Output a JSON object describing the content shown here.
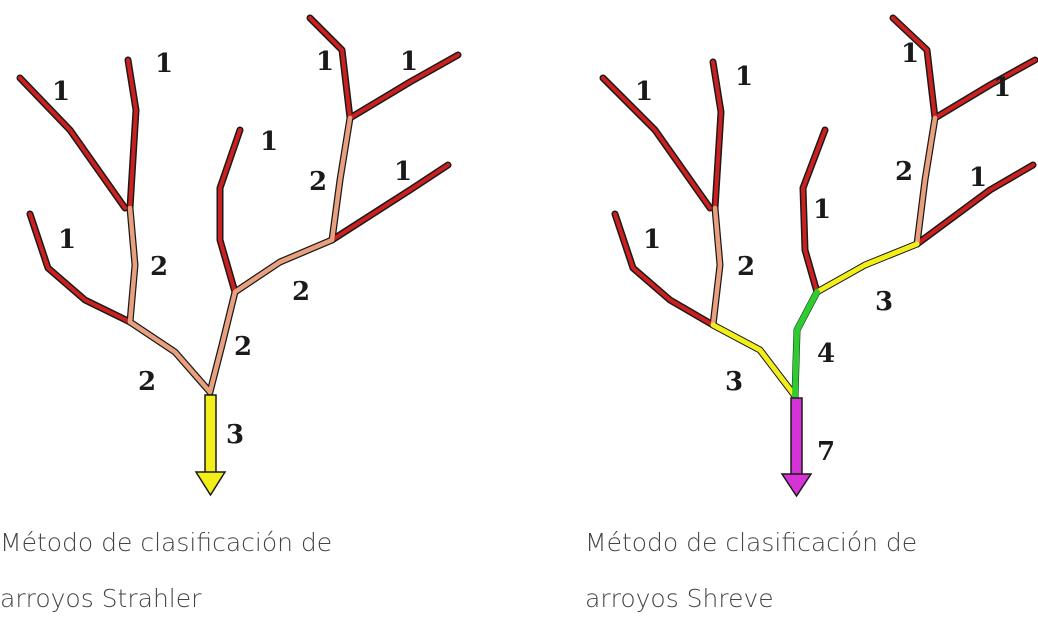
{
  "figures": [
    {
      "id": "strahler",
      "caption_line1": "Método de clasificación de",
      "caption_line2": "arroyos Strahler",
      "labels": [
        "1",
        "1",
        "1",
        "1",
        "1",
        "1",
        "1",
        "2",
        "2",
        "2",
        "2",
        "2",
        "3"
      ],
      "colors": {
        "order1": "#cc1f1f",
        "order2": "#e8a07e",
        "order3": "#f2ee1a"
      }
    },
    {
      "id": "shreve",
      "caption_line1": "Método de clasificación de",
      "caption_line2": "arroyos Shreve",
      "labels": [
        "1",
        "1",
        "1",
        "1",
        "1",
        "1",
        "1",
        "2",
        "2",
        "3",
        "3",
        "4",
        "7"
      ],
      "colors": {
        "magnitude1": "#cc1f1f",
        "magnitude2": "#e8a07e",
        "magnitude3": "#f2ee1a",
        "magnitude4": "#2ecc2e",
        "magnitude7": "#d633d6"
      }
    }
  ]
}
